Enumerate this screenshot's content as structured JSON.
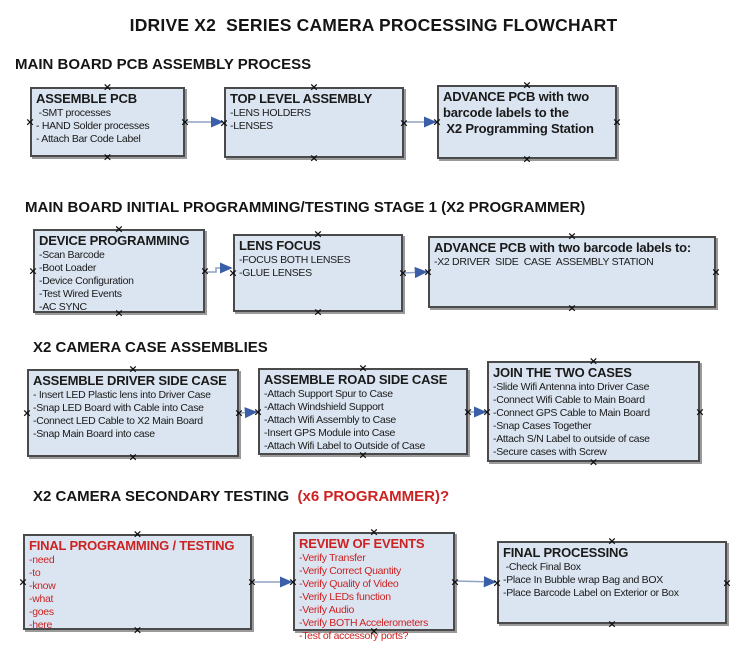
{
  "title": "IDRIVE X2  SERIES CAMERA PROCESSING FLOWCHART",
  "colors": {
    "box_fill": "#dbe5f1",
    "box_border": "#4a4a4a",
    "box_shadow": "#9a9a9a",
    "red": "#cc2222",
    "arrow_line": "#8fa3c2",
    "arrow_head": "#3a5fa8"
  },
  "icons": {
    "connection_point": "×"
  },
  "sections": [
    {
      "heading": "MAIN BOARD PCB ASSEMBLY PROCESS",
      "heading_red": "",
      "boxes": [
        {
          "title": "ASSEMBLE PCB",
          "lines": [
            " -SMT processes",
            "- HAND Solder processes",
            "- Attach Bar Code Label"
          ],
          "color": "black"
        },
        {
          "title": "TOP LEVEL ASSEMBLY",
          "lines": [
            "-LENS HOLDERS",
            "-LENSES"
          ],
          "color": "black"
        },
        {
          "title": "ADVANCE PCB with two\nbarcode labels to the\n X2 Programming Station",
          "lines": [],
          "color": "black"
        }
      ]
    },
    {
      "heading": "MAIN BOARD INITIAL PROGRAMMING/TESTING STAGE 1 (X2 PROGRAMMER)",
      "heading_red": "",
      "boxes": [
        {
          "title": "DEVICE PROGRAMMING",
          "lines": [
            "-Scan Barcode",
            "-Boot Loader",
            "-Device Configuration",
            "-Test Wired Events",
            "-AC SYNC"
          ],
          "color": "black"
        },
        {
          "title": "LENS FOCUS",
          "lines": [
            "-FOCUS BOTH LENSES",
            "-GLUE LENSES"
          ],
          "color": "black"
        },
        {
          "title": "ADVANCE PCB with two barcode labels to:",
          "lines": [
            "-X2 DRIVER  SIDE  CASE  ASSEMBLY STATION"
          ],
          "color": "black"
        }
      ]
    },
    {
      "heading": "X2 CAMERA CASE ASSEMBLIES",
      "heading_red": "",
      "boxes": [
        {
          "title": "ASSEMBLE DRIVER SIDE CASE",
          "lines": [
            "- Insert LED Plastic lens into Driver Case",
            "-Snap LED Board with Cable into Case",
            "-Connect LED Cable to X2 Main Board",
            "-Snap Main Board into case"
          ],
          "color": "black"
        },
        {
          "title": "ASSEMBLE ROAD SIDE CASE",
          "lines": [
            "-Attach Support Spur to Case",
            "-Attach Windshield Support",
            "-Attach Wifi Assembly to Case",
            "-Insert GPS Module into Case",
            "-Attach Wifi Label to Outside of Case"
          ],
          "color": "black"
        },
        {
          "title": "JOIN THE TWO CASES",
          "lines": [
            "-Slide Wifi Antenna into Driver Case",
            "-Connect Wifi Cable to Main Board",
            "-Connect GPS Cable to Main Board",
            "-Snap Cases Together",
            "-Attach S/N Label to outside of case",
            "-Secure cases with Screw"
          ],
          "color": "black"
        }
      ]
    },
    {
      "heading": "X2 CAMERA SECONDARY TESTING ",
      "heading_red": " (x6 PROGRAMMER)?",
      "boxes": [
        {
          "title": "FINAL PROGRAMMING / TESTING",
          "lines": [
            "-need",
            "-to",
            "-know",
            "-what",
            "-goes",
            "-here"
          ],
          "color": "red"
        },
        {
          "title": "REVIEW OF EVENTS",
          "lines": [
            "-Verify Transfer",
            "-Verify Correct Quantity",
            "-Verify Quality of Video",
            "-Verify LEDs function",
            "-Verify Audio",
            "-Verify BOTH Accelerometers",
            "-Test of accessory ports?"
          ],
          "color": "red"
        },
        {
          "title": "FINAL PROCESSING",
          "lines": [
            " -Check Final Box",
            "-Place In Bubble wrap Bag and BOX",
            "-Place Barcode Label on Exterior or Box"
          ],
          "color": "black"
        }
      ]
    }
  ]
}
